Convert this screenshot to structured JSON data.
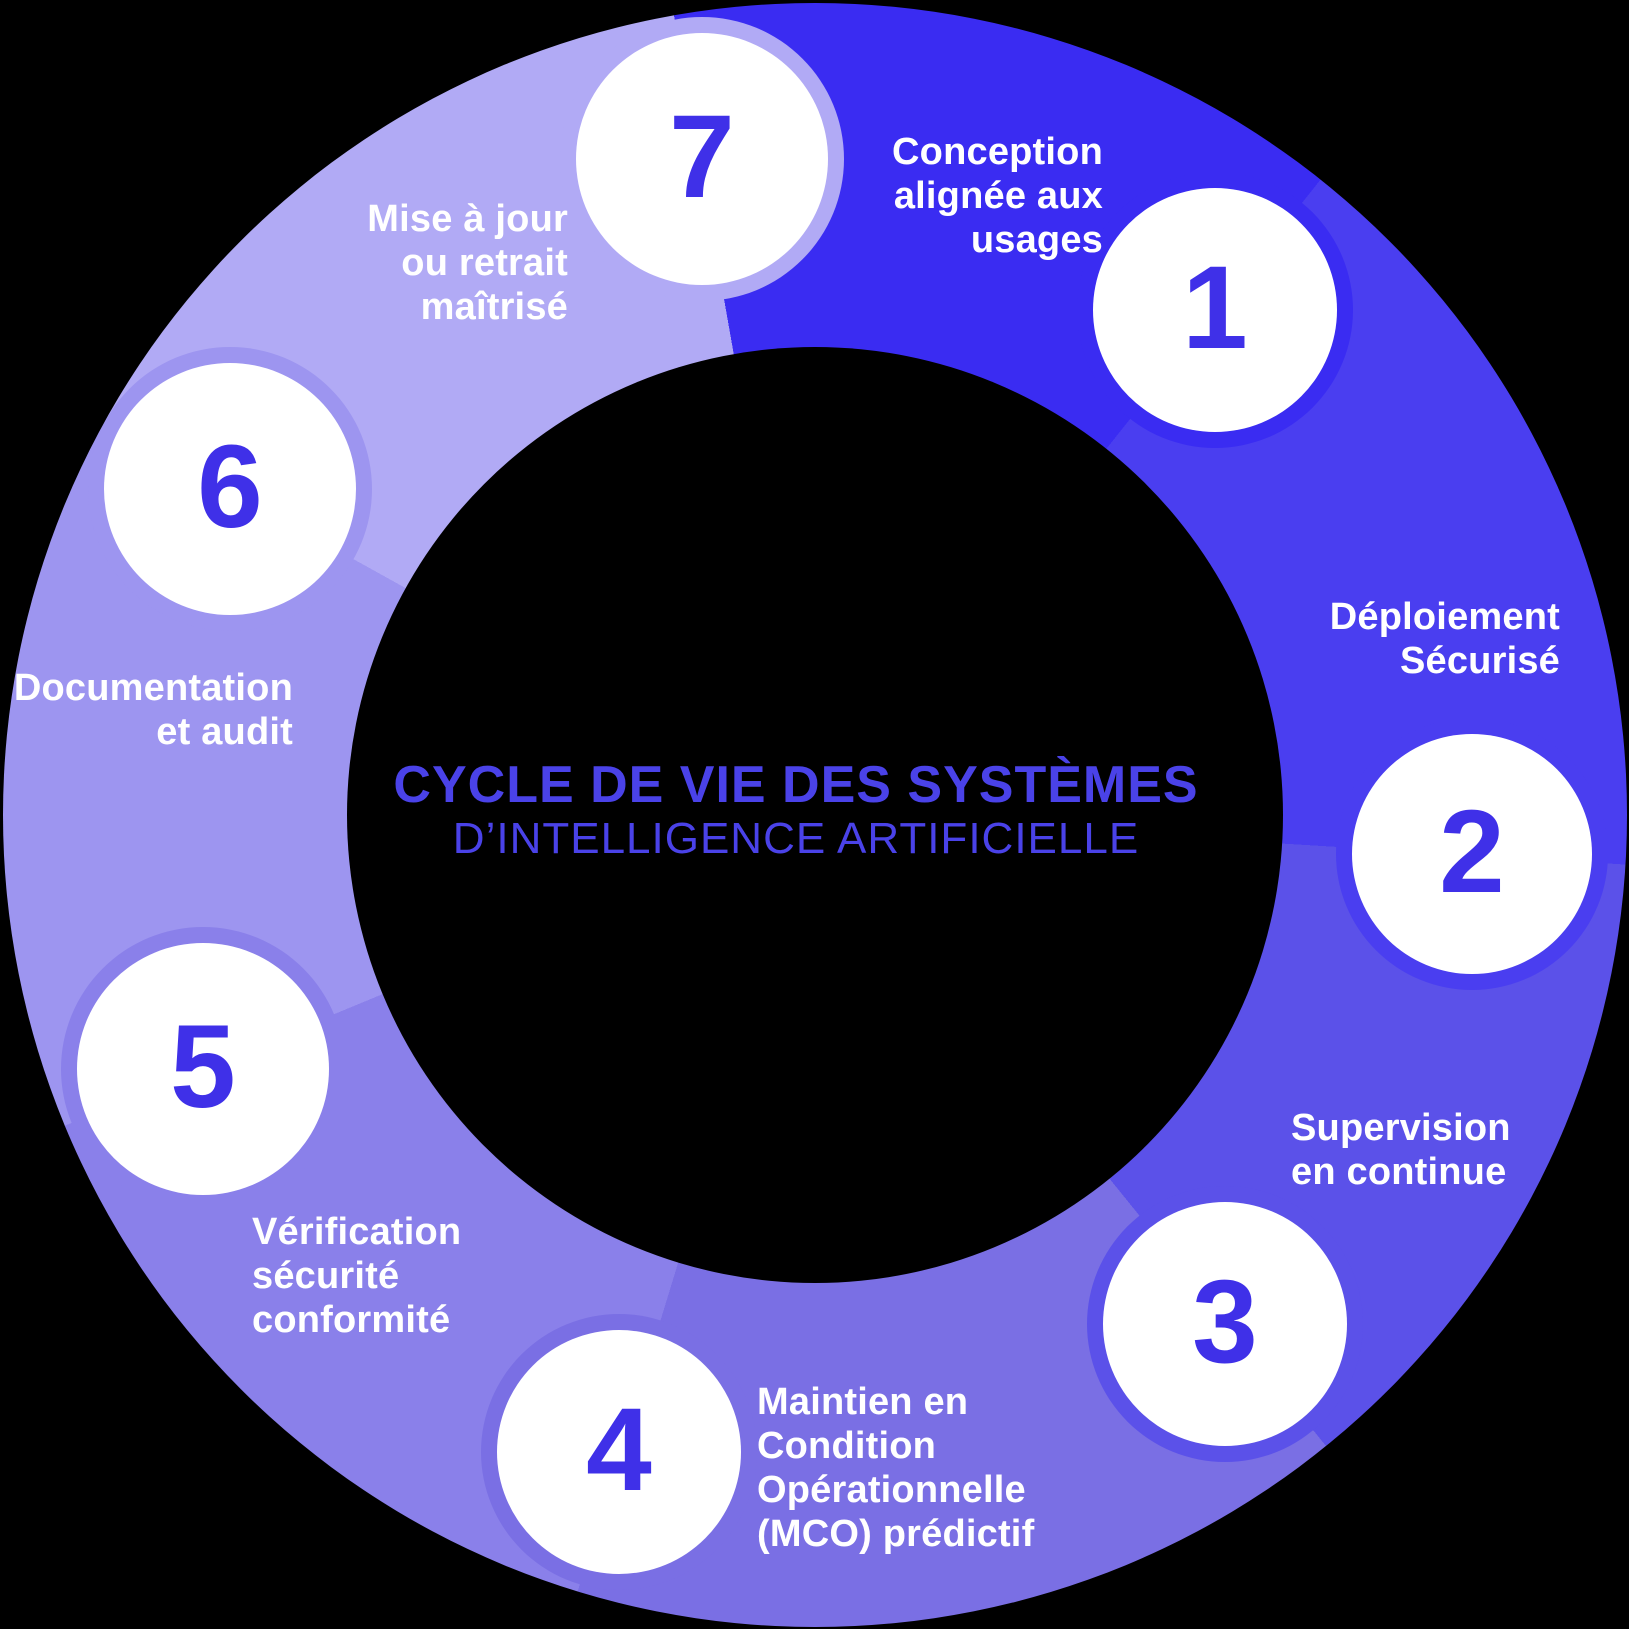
{
  "styles": {
    "background": "#000000",
    "circle_fill": "#FFFFFF",
    "number_color": "#3F30E8",
    "label_color": "#FFFFFF",
    "title_color": "#4A42E8"
  },
  "title": {
    "line1": "CYCLE DE VIE DES SYSTÈMES",
    "line2": "D’INTELLIGENCE ARTIFICIELLE"
  },
  "diagram": {
    "type": "cycle",
    "direction": "clockwise",
    "segments": [
      {
        "step": 1,
        "color": "#3A2CF2",
        "start_deg": -10,
        "end_deg": 38.5
      },
      {
        "step": 2,
        "color": "#4A3EF0",
        "start_deg": 38.5,
        "end_deg": 93.5
      },
      {
        "step": 3,
        "color": "#5B51E9",
        "start_deg": 93.5,
        "end_deg": 141
      },
      {
        "step": 4,
        "color": "#7A6FE4",
        "start_deg": 141,
        "end_deg": 197
      },
      {
        "step": 5,
        "color": "#8A80EA",
        "start_deg": 197,
        "end_deg": 247.5
      },
      {
        "step": 6,
        "color": "#9D95F0",
        "start_deg": 247.5,
        "end_deg": 299
      },
      {
        "step": 7,
        "color": "#B1AAF5",
        "start_deg": 299,
        "end_deg": 350
      }
    ]
  },
  "steps": [
    {
      "number": "1",
      "label_lines": [
        "Conception",
        "alignée aux",
        "usages"
      ]
    },
    {
      "number": "2",
      "label_lines": [
        "Déploiement",
        "Sécurisé"
      ]
    },
    {
      "number": "3",
      "label_lines": [
        "Supervision",
        "en continue"
      ]
    },
    {
      "number": "4",
      "label_lines": [
        "Maintien en",
        "Condition",
        "Opérationnelle",
        "(MCO) prédictif"
      ]
    },
    {
      "number": "5",
      "label_lines": [
        "Vérification",
        "sécurité",
        "conformité"
      ]
    },
    {
      "number": "6",
      "label_lines": [
        "Documentation",
        "et audit"
      ]
    },
    {
      "number": "7",
      "label_lines": [
        "Mise à jour",
        "ou retrait",
        "maîtrisé"
      ]
    }
  ]
}
